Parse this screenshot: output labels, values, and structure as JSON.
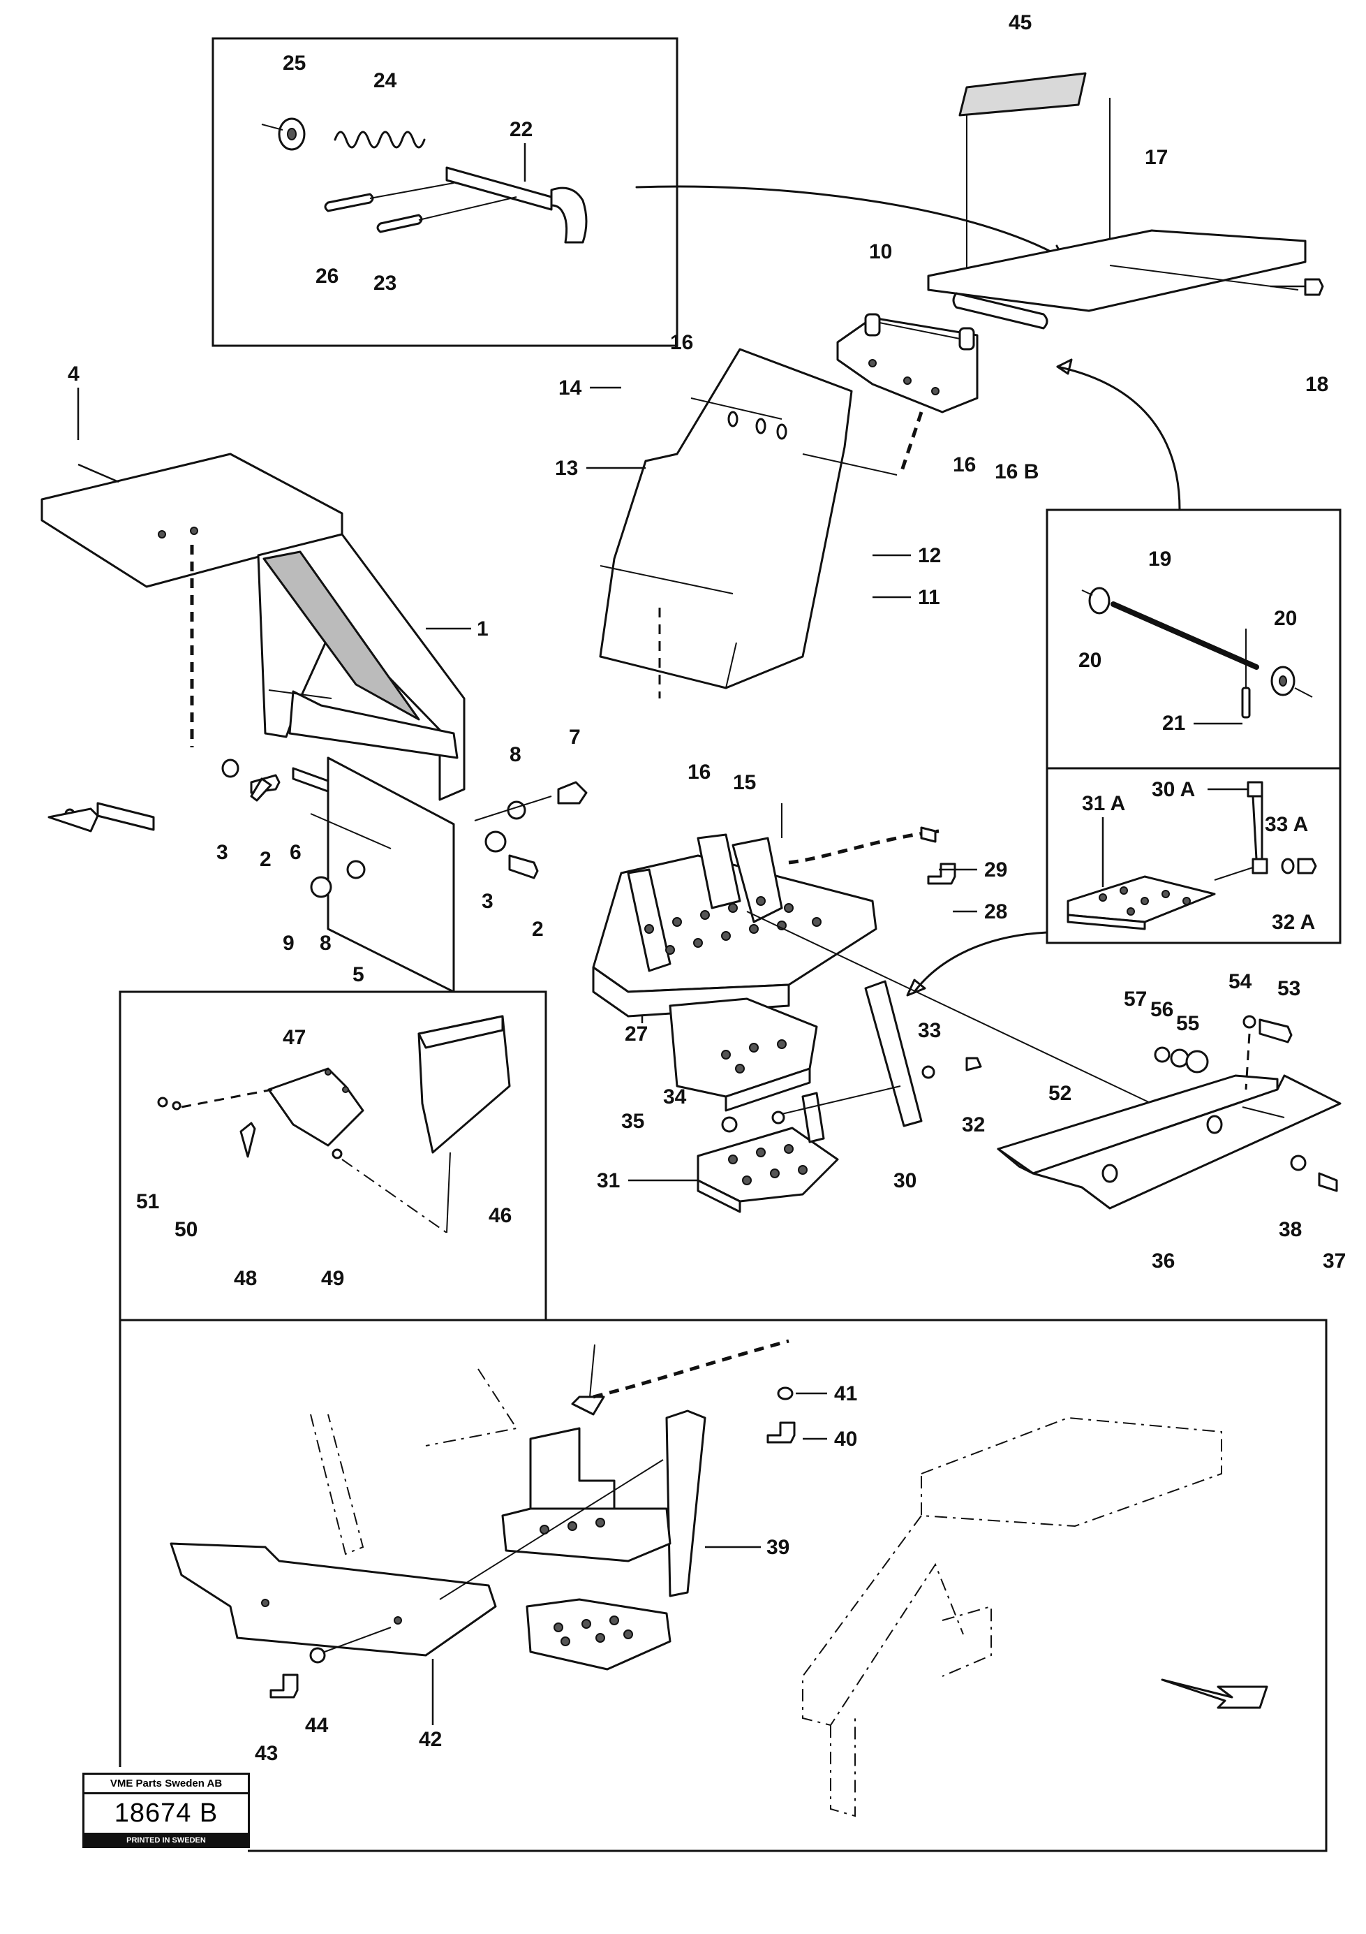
{
  "labels": {
    "l1": "1",
    "l2a": "2",
    "l2b": "2",
    "l3a": "3",
    "l3b": "3",
    "l4": "4",
    "l5": "5",
    "l6": "6",
    "l7": "7",
    "l8a": "8",
    "l8b": "8",
    "l9": "9",
    "l10": "10",
    "l11": "11",
    "l12": "12",
    "l13": "13",
    "l14": "14",
    "l15": "15",
    "l16a": "16",
    "l16b": "16",
    "l16c": "16",
    "l16B": "16 B",
    "l17": "17",
    "l18": "18",
    "l19": "19",
    "l20a": "20",
    "l20b": "20",
    "l21": "21",
    "l22": "22",
    "l23": "23",
    "l24": "24",
    "l25": "25",
    "l26": "26",
    "l27": "27",
    "l28": "28",
    "l29": "29",
    "l30": "30",
    "l30A": "30 A",
    "l31": "31",
    "l31A": "31 A",
    "l32": "32",
    "l32A": "32 A",
    "l33": "33",
    "l33A": "33 A",
    "l34": "34",
    "l35": "35",
    "l36": "36",
    "l37": "37",
    "l38": "38",
    "l39": "39",
    "l40": "40",
    "l41": "41",
    "l42": "42",
    "l43": "43",
    "l44": "44",
    "l45": "45",
    "l46": "46",
    "l47": "47",
    "l48": "48",
    "l49": "49",
    "l50": "50",
    "l51": "51",
    "l52": "52",
    "l53": "53",
    "l54": "54",
    "l55": "55",
    "l56": "56",
    "l57": "57"
  },
  "stamp": {
    "company": "VME Parts Sweden AB",
    "number": "18674 B",
    "printed": "PRINTED IN SWEDEN"
  }
}
